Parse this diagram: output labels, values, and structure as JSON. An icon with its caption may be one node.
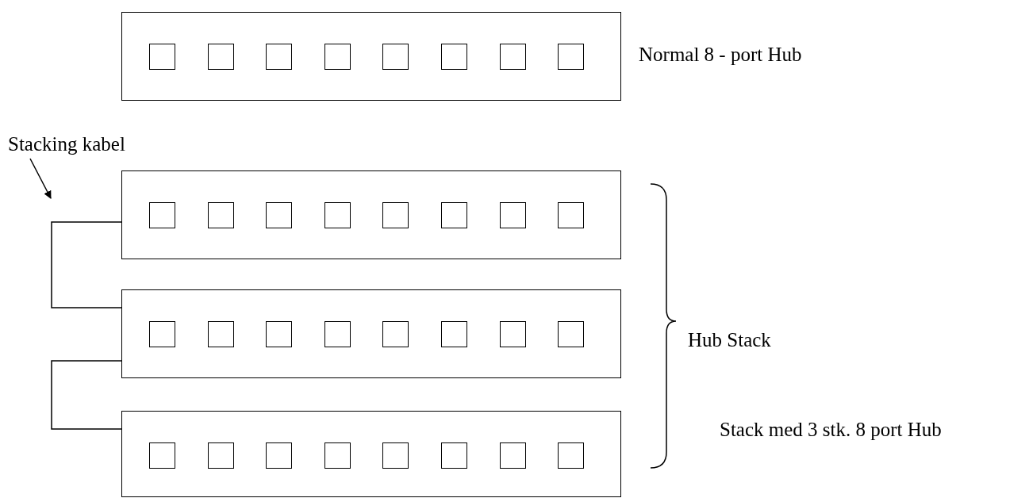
{
  "diagram": {
    "nodes": [
      {
        "text": [],
        "shape": "box",
        "beside": [
          "Normal 8 - port Hub"
        ]
      },
      {
        "text": [],
        "shape": "box",
        "in": 0
      },
      {
        "text": [],
        "shape": "box",
        "in": 0
      },
      {
        "text": [],
        "shape": "box",
        "in": 0
      },
      {
        "text": [],
        "shape": "box",
        "in": 0
      },
      {
        "text": [],
        "shape": "box",
        "in": 0
      },
      {
        "text": [],
        "shape": "box",
        "in": 0
      },
      {
        "text": [],
        "shape": "box",
        "in": 0
      },
      {
        "text": [],
        "shape": "box",
        "in": 0
      },
      {
        "text": [],
        "shape": "box"
      },
      {
        "text": [],
        "shape": "box",
        "in": 9
      },
      {
        "text": [],
        "shape": "box",
        "in": 9
      },
      {
        "text": [],
        "shape": "box",
        "in": 9
      },
      {
        "text": [],
        "shape": "box",
        "in": 9
      },
      {
        "text": [],
        "shape": "box",
        "in": 9
      },
      {
        "text": [],
        "shape": "box",
        "in": 9
      },
      {
        "text": [],
        "shape": "box",
        "in": 9
      },
      {
        "text": [],
        "shape": "box",
        "in": 9
      },
      {
        "text": [],
        "shape": "box"
      },
      {
        "text": [],
        "shape": "box",
        "in": 18
      },
      {
        "text": [],
        "shape": "box",
        "in": 18
      },
      {
        "text": [],
        "shape": "box",
        "in": 18
      },
      {
        "text": [],
        "shape": "box",
        "in": 18
      },
      {
        "text": [],
        "shape": "box",
        "in": 18
      },
      {
        "text": [],
        "shape": "box",
        "in": 18
      },
      {
        "text": [],
        "shape": "box",
        "in": 18
      },
      {
        "text": [],
        "shape": "box",
        "in": 18
      },
      {
        "text": [],
        "shape": "box"
      },
      {
        "text": [],
        "shape": "box",
        "in": 27
      },
      {
        "text": [],
        "shape": "box",
        "in": 27
      },
      {
        "text": [],
        "shape": "box",
        "in": 27
      },
      {
        "text": [],
        "shape": "box",
        "in": 27
      },
      {
        "text": [],
        "shape": "box",
        "in": 27
      },
      {
        "text": [],
        "shape": "box",
        "in": 27
      },
      {
        "text": [],
        "shape": "box",
        "in": 27
      },
      {
        "text": [],
        "shape": "box",
        "in": 27
      },
      {
        "text": [
          "Stacking kabel"
        ]
      }
    ],
    "edges": [
      {
        "from": 9,
        "to": 18,
        "arrow": "none"
      },
      {
        "from": 18,
        "to": 27,
        "arrow": "none"
      },
      {
        "from": 36,
        "to": null,
        "arrow": "to"
      }
    ],
    "labels": [
      "Hub Stack",
      "Stack med 3 stk. 8 port Hub"
    ]
  }
}
